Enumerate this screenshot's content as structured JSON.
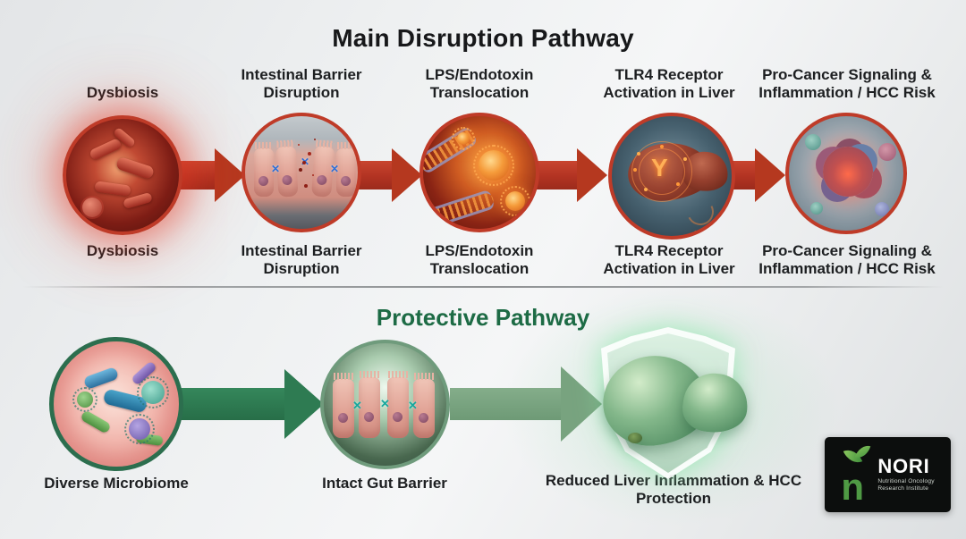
{
  "main_pathway": {
    "title": "Main Disruption Pathway",
    "arrow_color": "#b5381f",
    "steps": [
      {
        "top_label": "Dysbiosis",
        "bottom_label": "Dysbiosis",
        "icon": "dysbiosis-red-bacteria-icon"
      },
      {
        "top_label": "Intestinal Barrier Disruption",
        "bottom_label": "Intestinal Barrier Disruption",
        "icon": "damaged-epithelium-icon"
      },
      {
        "top_label": "LPS/Endotoxin Translocation",
        "bottom_label": "LPS/Endotoxin Translocation",
        "icon": "lps-endotoxin-particles-icon"
      },
      {
        "top_label": "TLR4 Receptor Activation in Liver",
        "bottom_label": "TLR4 Receptor Activation in Liver",
        "icon": "liver-tlr4-receptor-icon"
      },
      {
        "top_label": "Pro-Cancer Signaling & Inflammation / HCC Risk",
        "bottom_label": "Pro-Cancer Signaling & Inflammation / HCC Risk",
        "icon": "tumor-cells-icon"
      }
    ]
  },
  "protective_pathway": {
    "title": "Protective Pathway",
    "arrow_colors": [
      "#2e7b52",
      "#78a37f"
    ],
    "steps": [
      {
        "label": "Diverse Microbiome",
        "icon": "diverse-microbiome-icon"
      },
      {
        "label": "Intact Gut Barrier",
        "icon": "intact-gut-barrier-icon"
      },
      {
        "label": "Reduced Liver Inflammation & HCC Protection",
        "icon": "protected-liver-shield-icon"
      }
    ]
  },
  "logo": {
    "acronym": "NORI",
    "subtitle_line1": "Nutritional Oncology",
    "subtitle_line2": "Research Institute",
    "icon": "nori-sprout-n-icon"
  }
}
